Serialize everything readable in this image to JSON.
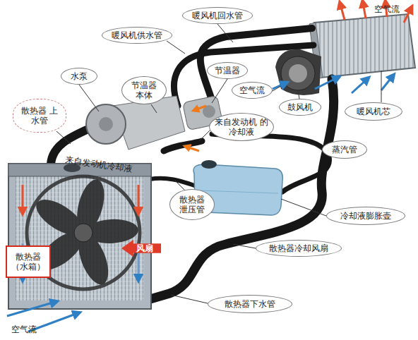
{
  "diagram": {
    "nodes": [
      {
        "text": [
          "暖风机回水管"
        ]
      },
      {
        "text": [
          "暖风机供水管"
        ]
      },
      {
        "text": [
          "水泵"
        ]
      },
      {
        "text": [
          "节温器"
        ]
      },
      {
        "text": [
          "节温器 本体"
        ]
      },
      {
        "text": [
          "空气流"
        ]
      },
      {
        "text": [
          "鼓风机"
        ]
      },
      {
        "text": [
          "散热器 上水管"
        ]
      },
      {
        "text": [
          "暖风机芯"
        ]
      },
      {
        "text": [
          "来自发动机 的冷却液"
        ]
      },
      {
        "text": [
          "蒸汽管"
        ]
      },
      {
        "text": [
          "散热器 泄压管"
        ]
      },
      {
        "text": [
          "冷却液膨胀壶"
        ]
      },
      {
        "text": [
          "散热器 （水箱）"
        ]
      },
      {
        "text": [
          "风扇"
        ]
      },
      {
        "text": [
          "散热器冷却风扇"
        ]
      },
      {
        "text": [
          "散热器下水管"
        ]
      }
    ],
    "edges": [],
    "labels": [
      "空气流",
      "来自发动机冷却液",
      "空气流"
    ]
  }
}
